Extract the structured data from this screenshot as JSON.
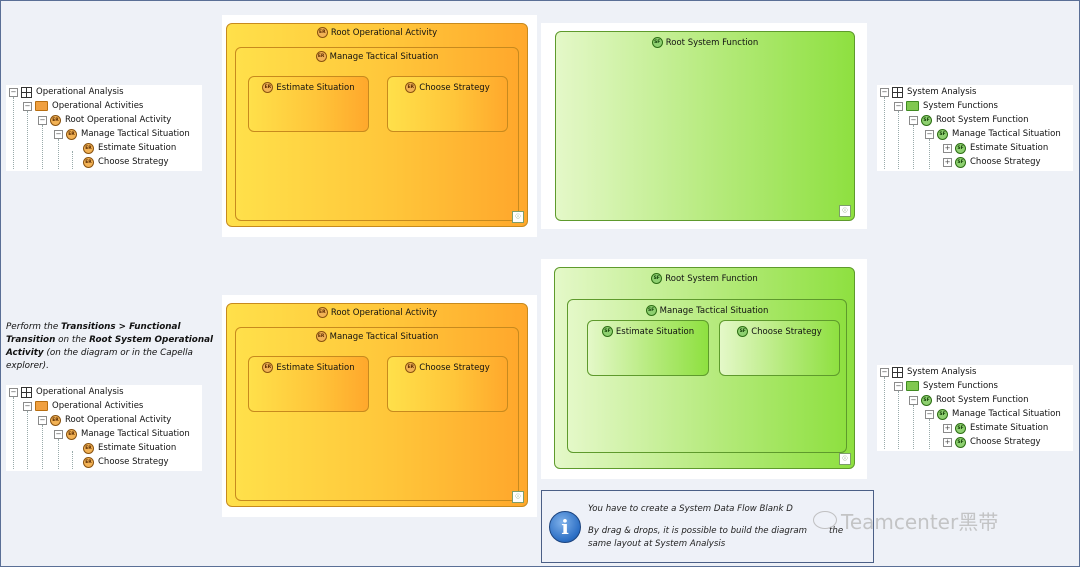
{
  "trees": {
    "operational_top": {
      "root": "Operational Analysis",
      "folder": "Operational Activities",
      "items": [
        "Root Operational Activity",
        "Manage Tactical Situation",
        "Estimate Situation",
        "Choose Strategy"
      ]
    },
    "operational_bottom": {
      "root": "Operational Analysis",
      "folder": "Operational Activities",
      "items": [
        "Root Operational Activity",
        "Manage Tactical Situation",
        "Estimate Situation",
        "Choose Strategy"
      ]
    },
    "system_top": {
      "root": "System Analysis",
      "folder": "System Functions",
      "items": [
        "Root System Function",
        "Manage Tactical Situation",
        "Estimate Situation",
        "Choose Strategy"
      ]
    },
    "system_bottom": {
      "root": "System Analysis",
      "folder": "System Functions",
      "items": [
        "Root System Function",
        "Manage Tactical Situation",
        "Estimate Situation",
        "Choose Strategy"
      ]
    }
  },
  "badges": {
    "operational": "ER",
    "system": "SF"
  },
  "diagrams": {
    "op_top": {
      "root": "Root Operational Activity",
      "child": "Manage Tactical Situation",
      "leaf1": "Estimate Situation",
      "leaf2": "Choose Strategy"
    },
    "op_bottom": {
      "root": "Root Operational Activity",
      "child": "Manage Tactical Situation",
      "leaf1": "Estimate Situation",
      "leaf2": "Choose Strategy"
    },
    "sys_top": {
      "root": "Root System Function"
    },
    "sys_bottom": {
      "root": "Root System Function",
      "child": "Manage Tactical Situation",
      "leaf1": "Estimate Situation",
      "leaf2": "Choose Strategy"
    }
  },
  "instruction": {
    "t1": "Perform the ",
    "b1": "Transitions > Functional Transition",
    "t2": " on the ",
    "b2": "Root System Operational Activity",
    "t3": " (on the diagram or in the Capella explorer)."
  },
  "info": {
    "line1": "You have to create a System Data Flow Blank D",
    "line2": "By drag & drops, it is possible to build the diagram",
    "line2b": "the",
    "line3": "same layout at System Analysis"
  },
  "watermark": "Teamcenter黑带",
  "colors": {
    "orange": "#ffb834",
    "green": "#9ce256",
    "frame": "#5a6f96"
  }
}
